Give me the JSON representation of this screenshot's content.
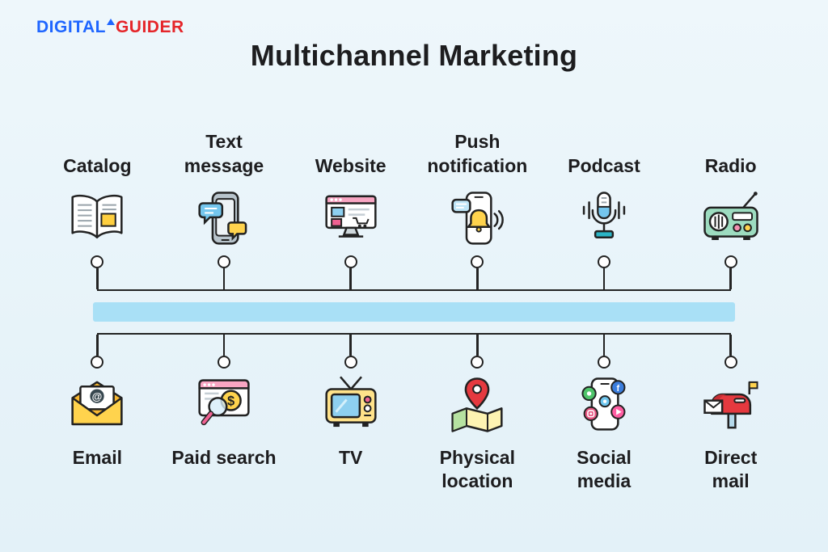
{
  "logo": {
    "part1": "DIGITAL",
    "part2": "GUIDER"
  },
  "title": "Multichannel Marketing",
  "colors": {
    "background": "#e7f3f9",
    "accent_bar": "#a9e0f6",
    "line": "#232323",
    "logo_blue": "#1f66ff",
    "logo_red": "#e5262a",
    "yellow": "#ffd34d",
    "pink": "#f06292",
    "blue": "#74c6ee",
    "red": "#e5393f",
    "mint": "#9ddcc0"
  },
  "glyphs": {
    "at": "@",
    "dollar": "$",
    "facebook_f": "f"
  },
  "channels": {
    "top": [
      {
        "label": "Catalog",
        "icon": "catalog-icon"
      },
      {
        "label": "Text\nmessage",
        "icon": "text-message-icon"
      },
      {
        "label": "Website",
        "icon": "website-icon"
      },
      {
        "label": "Push\nnotification",
        "icon": "push-notification-icon"
      },
      {
        "label": "Podcast",
        "icon": "podcast-icon"
      },
      {
        "label": "Radio",
        "icon": "radio-icon"
      }
    ],
    "bottom": [
      {
        "label": "Email",
        "icon": "email-icon"
      },
      {
        "label": "Paid search",
        "icon": "paid-search-icon"
      },
      {
        "label": "TV",
        "icon": "tv-icon"
      },
      {
        "label": "Physical\nlocation",
        "icon": "physical-location-icon"
      },
      {
        "label": "Social\nmedia",
        "icon": "social-media-icon"
      },
      {
        "label": "Direct\nmail",
        "icon": "direct-mail-icon"
      }
    ]
  }
}
